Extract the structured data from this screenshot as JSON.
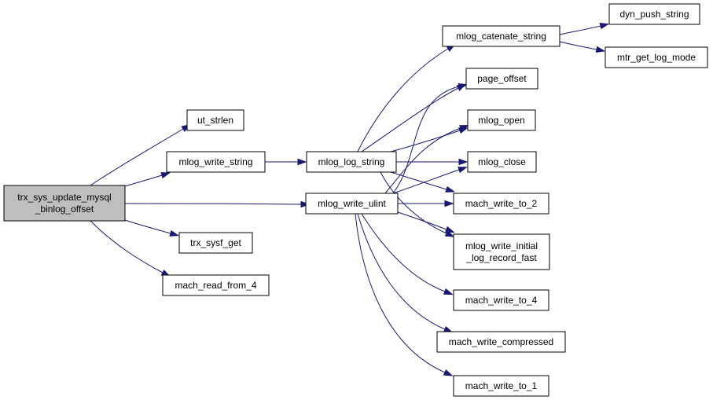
{
  "diagram": {
    "colors": {
      "edge": "#191970",
      "root_fill": "#bfbfbf",
      "node_fill": "#ffffff",
      "border": "#000000"
    },
    "nodes": {
      "root": [
        "trx_sys_update_mysql",
        "_binlog_offset"
      ],
      "ut_strlen": [
        "ut_strlen"
      ],
      "mlog_write_string": [
        "mlog_write_string"
      ],
      "trx_sysf_get": [
        "trx_sysf_get"
      ],
      "mach_read_from_4": [
        "mach_read_from_4"
      ],
      "mlog_log_string": [
        "mlog_log_string"
      ],
      "mlog_write_ulint": [
        "mlog_write_ulint"
      ],
      "mlog_catenate_string": [
        "mlog_catenate_string"
      ],
      "page_offset": [
        "page_offset"
      ],
      "mlog_open": [
        "mlog_open"
      ],
      "mlog_close": [
        "mlog_close"
      ],
      "mach_write_to_2": [
        "mach_write_to_2"
      ],
      "mlog_write_initial_log_record_fast": [
        "mlog_write_initial",
        "_log_record_fast"
      ],
      "mach_write_to_4": [
        "mach_write_to_4"
      ],
      "mach_write_compressed": [
        "mach_write_compressed"
      ],
      "mach_write_to_1": [
        "mach_write_to_1"
      ],
      "dyn_push_string": [
        "dyn_push_string"
      ],
      "mtr_get_log_mode": [
        "mtr_get_log_mode"
      ]
    },
    "edges": [
      [
        "root",
        "ut_strlen"
      ],
      [
        "root",
        "mlog_write_string"
      ],
      [
        "root",
        "mlog_write_ulint"
      ],
      [
        "root",
        "trx_sysf_get"
      ],
      [
        "root",
        "mach_read_from_4"
      ],
      [
        "mlog_write_string",
        "mlog_log_string"
      ],
      [
        "mlog_log_string",
        "mlog_catenate_string"
      ],
      [
        "mlog_log_string",
        "page_offset"
      ],
      [
        "mlog_log_string",
        "mlog_open"
      ],
      [
        "mlog_log_string",
        "mlog_close"
      ],
      [
        "mlog_log_string",
        "mach_write_to_2"
      ],
      [
        "mlog_log_string",
        "mlog_write_initial_log_record_fast"
      ],
      [
        "mlog_write_ulint",
        "page_offset"
      ],
      [
        "mlog_write_ulint",
        "mlog_open"
      ],
      [
        "mlog_write_ulint",
        "mlog_close"
      ],
      [
        "mlog_write_ulint",
        "mach_write_to_2"
      ],
      [
        "mlog_write_ulint",
        "mlog_write_initial_log_record_fast"
      ],
      [
        "mlog_write_ulint",
        "mach_write_to_4"
      ],
      [
        "mlog_write_ulint",
        "mach_write_compressed"
      ],
      [
        "mlog_write_ulint",
        "mach_write_to_1"
      ],
      [
        "mlog_catenate_string",
        "dyn_push_string"
      ],
      [
        "mlog_catenate_string",
        "mtr_get_log_mode"
      ]
    ]
  }
}
